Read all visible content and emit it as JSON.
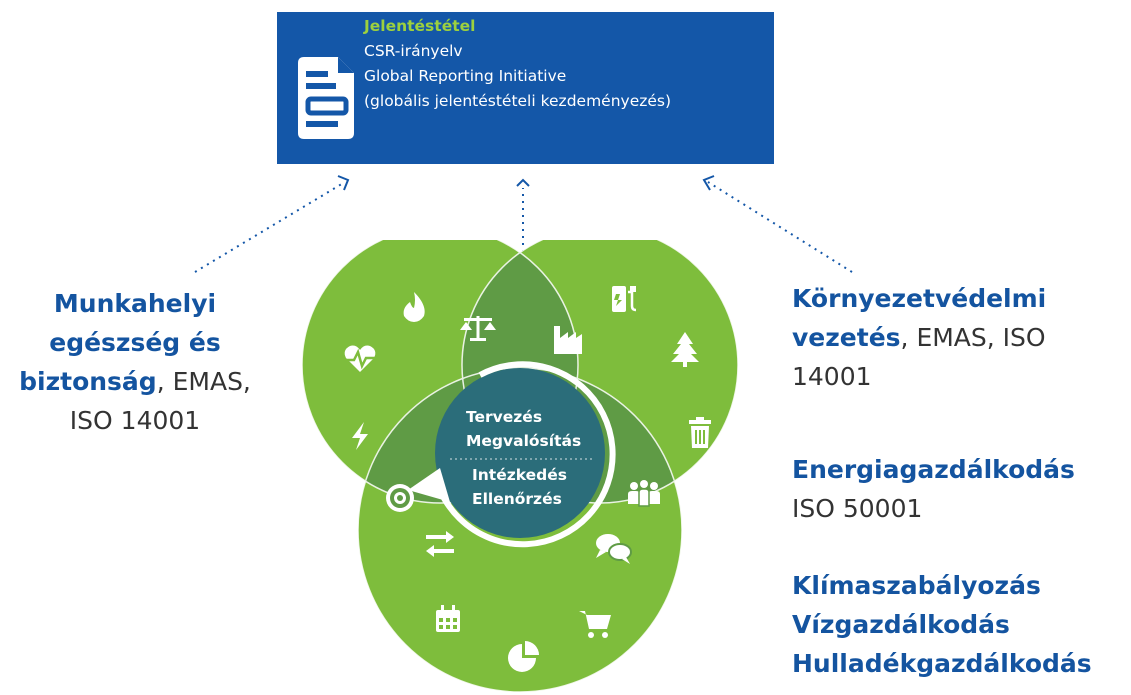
{
  "reporting": {
    "title": "Jelentéstétel",
    "lines": [
      "CSR-irányelv",
      "Global Reporting Initiative",
      "(globális jelentéstételi kezdeményezés)"
    ]
  },
  "left": {
    "line1": "Munkahelyi",
    "line2": "egészség és",
    "line3_bold": "biztonság",
    "line3_rest": ", EMAS,",
    "line4": "ISO 14001"
  },
  "right": {
    "env_bold_1": "Környezetvédelmi",
    "env_bold_2": "vezetés",
    "env_rest": ", EMAS, ISO",
    "env_line3": "14001",
    "energy_title": "Energiagazdálkodás",
    "energy_std": "ISO 50001",
    "topics": [
      "Klímaszabályozás",
      "Vízgazdálkodás",
      "Hulladékgazdálkodás"
    ]
  },
  "cycle": {
    "steps": [
      "Tervezés",
      "Megvalósítás",
      "Intézkedés",
      "Ellenőrzés"
    ]
  },
  "colors": {
    "outer_green": "#7ebd3c",
    "mid_green": "#5f9b45",
    "center_teal": "#2b6d7a",
    "box_blue": "#1457a8",
    "title_green": "#9dd13e",
    "text_blue": "#1454a0"
  },
  "icons": [
    "document-icon",
    "fire-icon",
    "heart-pulse-icon",
    "lightning-icon",
    "ev-charger-icon",
    "tree-icon",
    "trash-icon",
    "scales-icon",
    "factory-icon",
    "target-icon",
    "exchange-icon",
    "people-icon",
    "chat-icon",
    "calendar-icon",
    "cart-icon",
    "pie-chart-icon"
  ]
}
